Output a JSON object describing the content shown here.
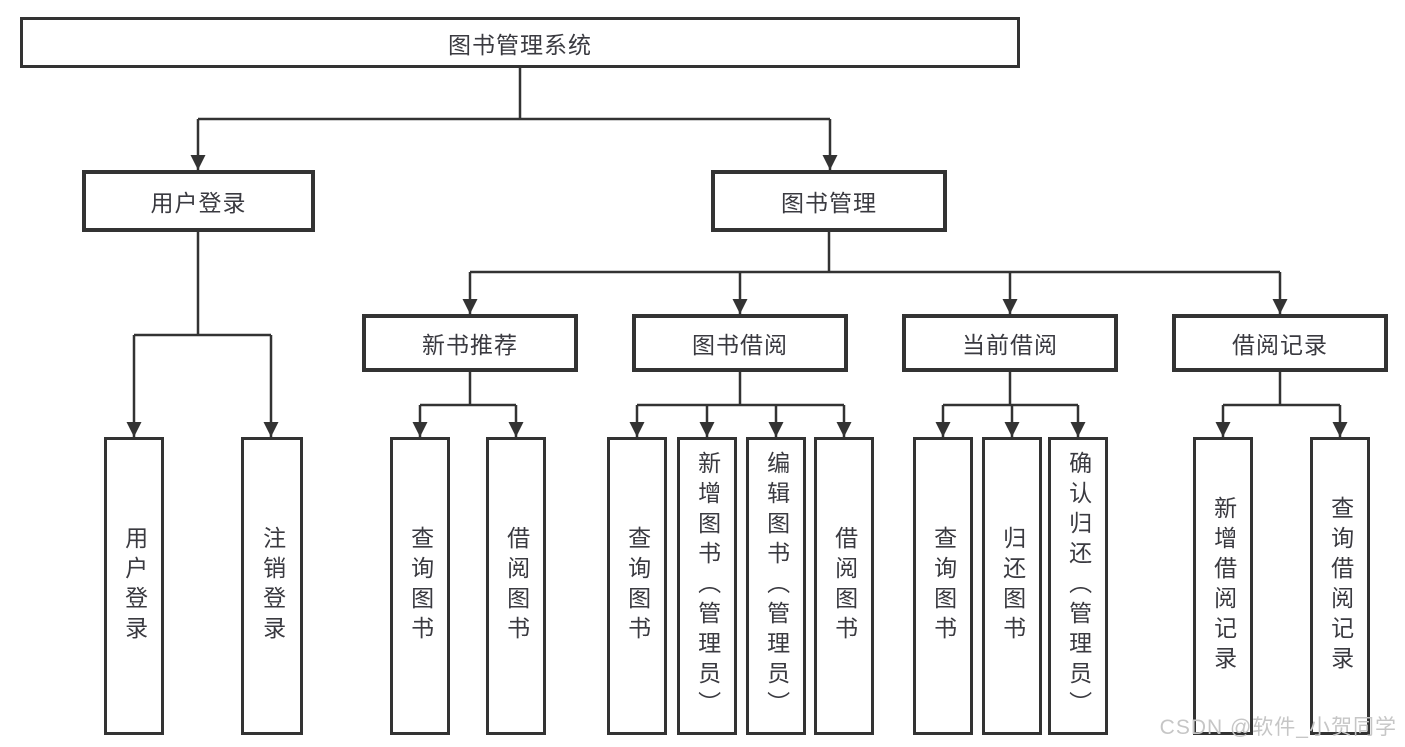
{
  "tree": {
    "root": "图书管理系统",
    "branches": [
      {
        "label": "用户登录",
        "children": [
          {
            "label": "用户登录"
          },
          {
            "label": "注销登录"
          }
        ]
      },
      {
        "label": "图书管理",
        "children": [
          {
            "label": "新书推荐",
            "children": [
              {
                "label": "查询图书"
              },
              {
                "label": "借阅图书"
              }
            ]
          },
          {
            "label": "图书借阅",
            "children": [
              {
                "label": "查询图书"
              },
              {
                "label": "新增图书（管理员）"
              },
              {
                "label": "编辑图书（管理员）"
              },
              {
                "label": "借阅图书"
              }
            ]
          },
          {
            "label": "当前借阅",
            "children": [
              {
                "label": "查询图书"
              },
              {
                "label": "归还图书"
              },
              {
                "label": "确认归还（管理员）"
              }
            ]
          },
          {
            "label": "借阅记录",
            "children": [
              {
                "label": "新增借阅记录"
              },
              {
                "label": "查询借阅记录"
              }
            ]
          }
        ]
      }
    ]
  },
  "watermark": "CSDN @软件_小贺同学",
  "colors": {
    "line": "#333333",
    "box_border": "#333333",
    "text": "#3a3a40",
    "watermark": "#c6c6c6",
    "background": "#ffffff"
  }
}
